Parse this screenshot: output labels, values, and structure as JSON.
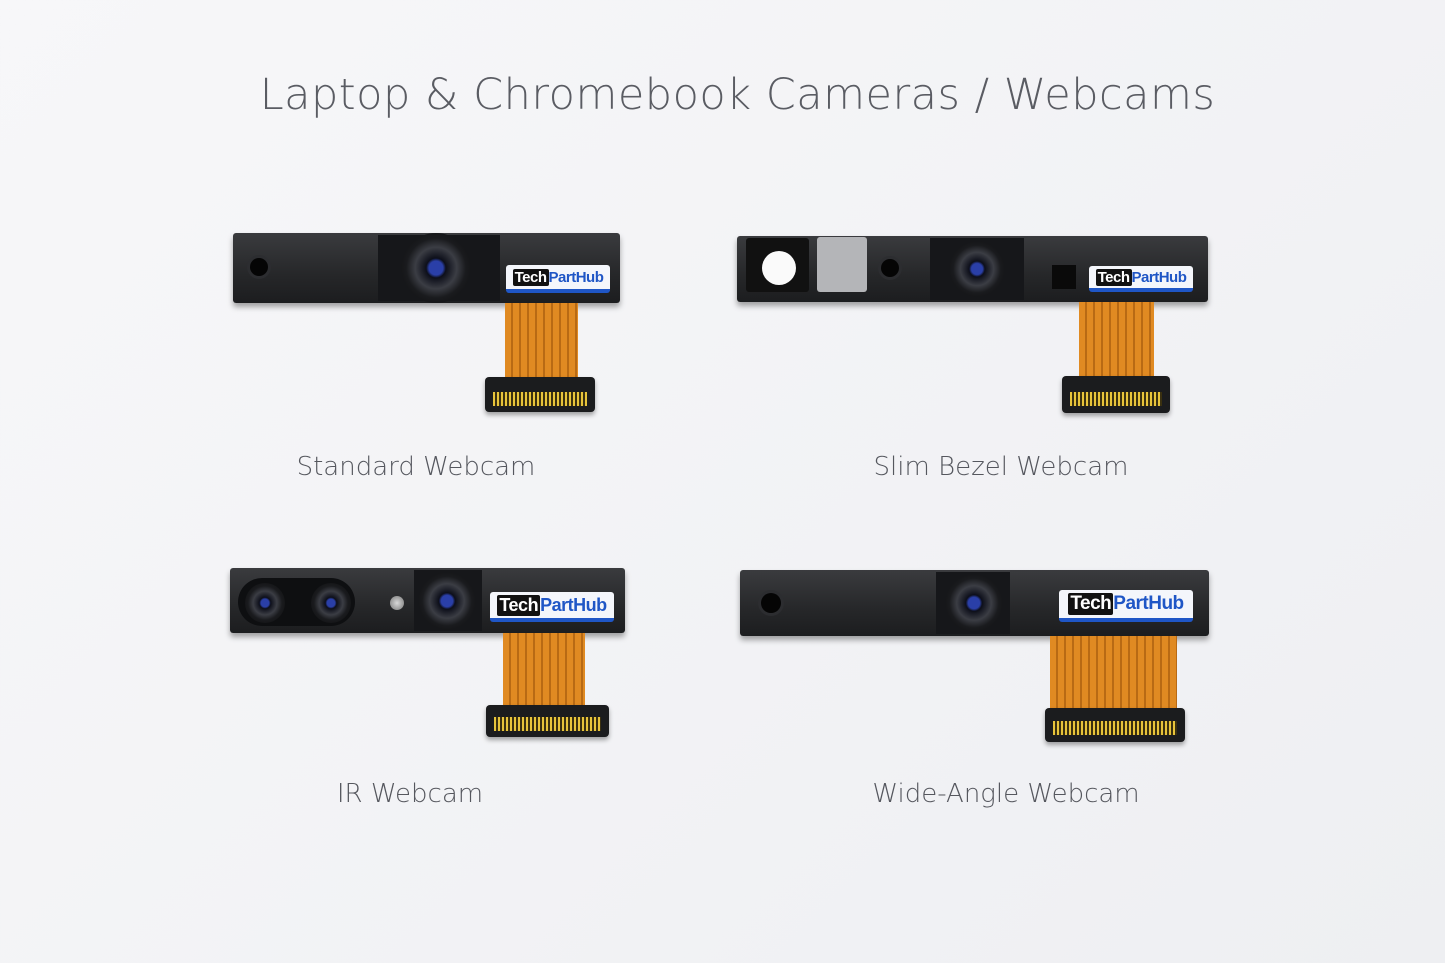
{
  "page": {
    "title": "Laptop & Chromebook Cameras / Webcams"
  },
  "brand_logo": {
    "part1": "Tech",
    "part2": "PartHub"
  },
  "products": [
    {
      "label": "Standard Webcam"
    },
    {
      "label": "Slim Bezel Webcam"
    },
    {
      "label": "IR Webcam"
    },
    {
      "label": "Wide-Angle Webcam"
    }
  ]
}
